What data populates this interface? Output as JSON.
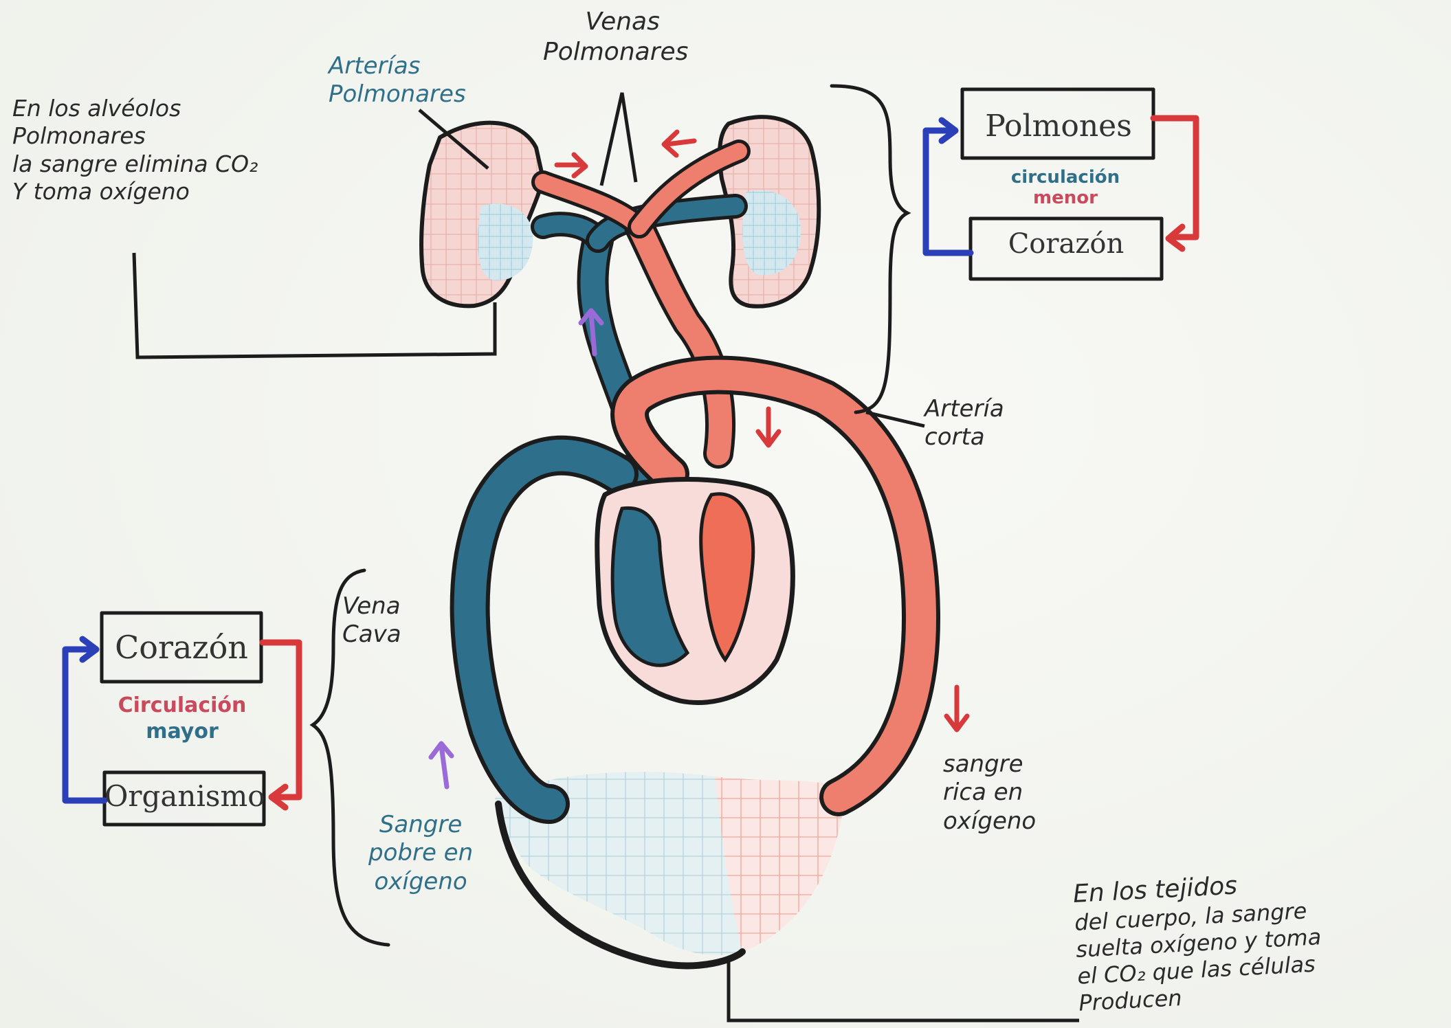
{
  "labels": {
    "venas_pulmonares": [
      "Venas",
      "Polmonares"
    ],
    "arterias_pulmonares": [
      "Arterías",
      "Polmonares"
    ],
    "alveolos_note": [
      "En los alvéolos",
      "Polmonares",
      "la sangre elimina CO₂",
      "Y toma oxígeno"
    ],
    "arteria_corta": [
      "Artería",
      "corta"
    ],
    "vena_cava": [
      "Vena",
      "Cava"
    ],
    "sangre_rica": [
      "sangre",
      "rica en",
      "oxígeno"
    ],
    "sangre_pobre": [
      "Sangre",
      "pobre en",
      "oxígeno"
    ],
    "tejidos_note": [
      "En los tejidos",
      "del cuerpo, la sangre",
      "suelta oxígeno y toma",
      "el CO₂ que las células",
      "Producen"
    ]
  },
  "circulacion_menor": {
    "top_box": "Polmones",
    "bottom_box": "Corazón",
    "caption_line1": "circulación",
    "caption_line2": "menor"
  },
  "circulacion_mayor": {
    "top_box": "Corazón",
    "bottom_box": "Organismo",
    "caption_line1": "Circulación",
    "caption_line2": "mayor"
  },
  "colors": {
    "oxygenated": "#ee7e6e",
    "deoxygenated": "#2e6f8c",
    "lung_fill": "#f6d6d2",
    "alveoli_fill": "#cfe6ee",
    "outline": "#1c1c1c",
    "arrow_red": "#d8393b",
    "arrow_blue": "#2b3fb8",
    "arrow_purple": "#9a6bd6",
    "background": "#f4f5f1"
  }
}
